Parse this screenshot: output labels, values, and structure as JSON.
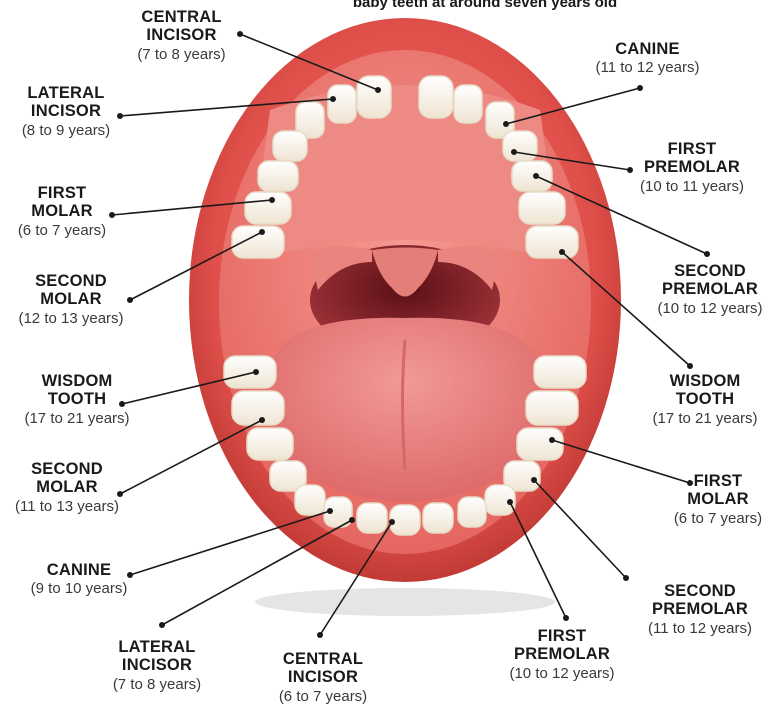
{
  "header": {
    "text": "baby teeth at around seven years old"
  },
  "upper": [
    {
      "name": "CENTRAL\nINCISOR",
      "age": "(7 to 8 years)"
    },
    {
      "name": "LATERAL\nINCISOR",
      "age": "(8 to 9 years)"
    },
    {
      "name": "FIRST\nMOLAR",
      "age": "(6 to 7 years)"
    },
    {
      "name": "SECOND\nMOLAR",
      "age": "(12 to 13 years)"
    },
    {
      "name": "CANINE",
      "age": "(11 to 12 years)"
    },
    {
      "name": "FIRST\nPREMOLAR",
      "age": "(10 to 11 years)"
    },
    {
      "name": "SECOND\nPREMOLAR",
      "age": "(10 to 12 years)"
    },
    {
      "name": "WISDOM\nTOOTH",
      "age": "(17 to 21 years)"
    }
  ],
  "lower": [
    {
      "name": "WISDOM\nTOOTH",
      "age": "(17 to 21 years)"
    },
    {
      "name": "SECOND\nMOLAR",
      "age": "(11 to 13 years)"
    },
    {
      "name": "CANINE",
      "age": "(9 to 10 years)"
    },
    {
      "name": "LATERAL\nINCISOR",
      "age": "(7 to 8 years)"
    },
    {
      "name": "CENTRAL\nINCISOR",
      "age": "(6 to 7 years)"
    },
    {
      "name": "FIRST\nPREMOLAR",
      "age": "(10 to 12 years)"
    },
    {
      "name": "SECOND\nPREMOLAR",
      "age": "(11 to 12 years)"
    },
    {
      "name": "FIRST\nMOLAR",
      "age": "(6 to 7 years)"
    }
  ],
  "colors": {
    "lip": "#e0504a",
    "lip_dark": "#c23a36",
    "mouth_inner": "#f07670",
    "throat": "#7a1f24",
    "tongue": "#e87a7a",
    "tooth": "#fbf4e8",
    "tooth_shadow": "#e8dcc8",
    "leader_line": "#1a1a1a"
  }
}
